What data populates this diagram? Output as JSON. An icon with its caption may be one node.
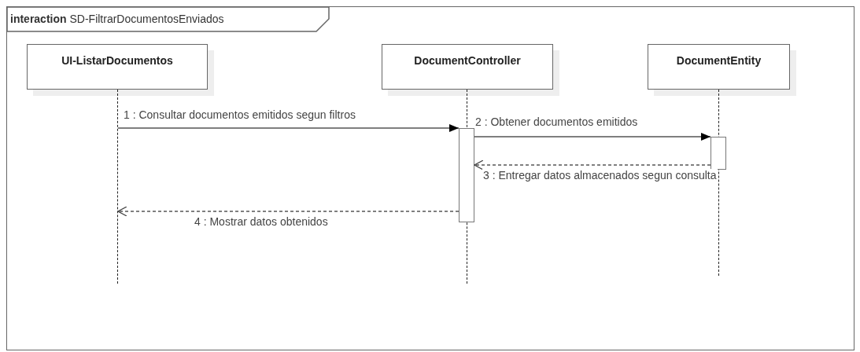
{
  "diagram": {
    "nodes": [
      {
        "text": [
          "**interaction** SD-FiltrarDocumentosEnviados"
        ]
      },
      {
        "text": [
          "UI-ListarDocumentos"
        ],
        "in": 0
      },
      {
        "text": [
          "DocumentController"
        ],
        "in": 0
      },
      {
        "text": [
          "DocumentEntity"
        ],
        "in": 0
      },
      {
        "text": [],
        "shape": "lifeline",
        "in": 0
      },
      {
        "text": [],
        "shape": "lifeline",
        "in": 0
      },
      {
        "text": [],
        "shape": "lifeline",
        "in": 0
      },
      {
        "text": [],
        "shape": "bar",
        "in": 0
      },
      {
        "text": [],
        "shape": "bar",
        "in": 0
      }
    ],
    "edges": [
      {
        "from": 4,
        "to": 7,
        "arrow": "to",
        "label": "1 : Consultar documentos emitidos segun filtros"
      },
      {
        "from": 7,
        "to": 8,
        "arrow": "to",
        "label": "2 : Obtener documentos emitidos"
      },
      {
        "from": 8,
        "to": 7,
        "arrow": "to",
        "style": "dashed",
        "label": "3 : Entregar datos almacenados segun consulta"
      },
      {
        "from": 7,
        "to": 4,
        "arrow": "to",
        "style": "dashed",
        "label": "4 : Mostrar datos obtenidos"
      }
    ]
  }
}
